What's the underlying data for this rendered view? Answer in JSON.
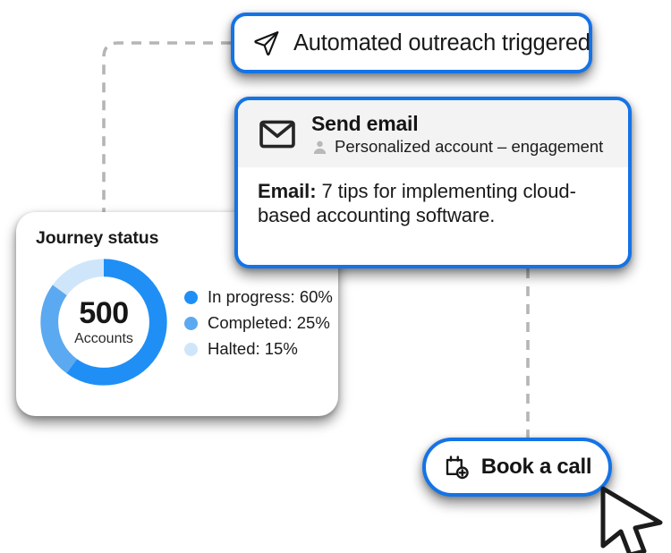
{
  "outreach_pill": {
    "icon": "send-plane-icon",
    "label": "Automated outreach triggered"
  },
  "journey_card": {
    "title": "Journey status",
    "center_value": "500",
    "center_label": "Accounts",
    "legend": [
      {
        "label": "In progress: 60%",
        "color": "#1F8FF5"
      },
      {
        "label": "Completed: 25%",
        "color": "#5BA9F0"
      },
      {
        "label": "Halted: 15%",
        "color": "#CFE6FA"
      }
    ],
    "chart_data": {
      "type": "pie",
      "title": "Journey status",
      "categories": [
        "In progress",
        "Completed",
        "Halted"
      ],
      "values": [
        60,
        25,
        15
      ],
      "value_labels": [
        "60%",
        "25%",
        "15%"
      ],
      "colors": [
        "#1F8FF5",
        "#5BA9F0",
        "#CFE6FA"
      ],
      "total": 500,
      "total_unit": "Accounts",
      "donut": true,
      "start_angle_deg": 0,
      "direction": "clockwise",
      "legend_position": "right",
      "grid": false
    }
  },
  "email_card": {
    "mail_icon": "envelope-icon",
    "title": "Send email",
    "person_icon": "person-icon",
    "subtitle": "Personalized account – engagement",
    "body_prefix": "Email:",
    "body_text": "7 tips for implementing cloud-based accounting software."
  },
  "book_call": {
    "icon": "calendar-plus-icon",
    "label": "Book a call"
  },
  "cursor": {
    "icon": "mouse-pointer-icon"
  },
  "colors": {
    "accent_blue": "#1473E6",
    "card_header_gray": "#F3F3F3",
    "connector_gray": "#B5B5B5"
  }
}
